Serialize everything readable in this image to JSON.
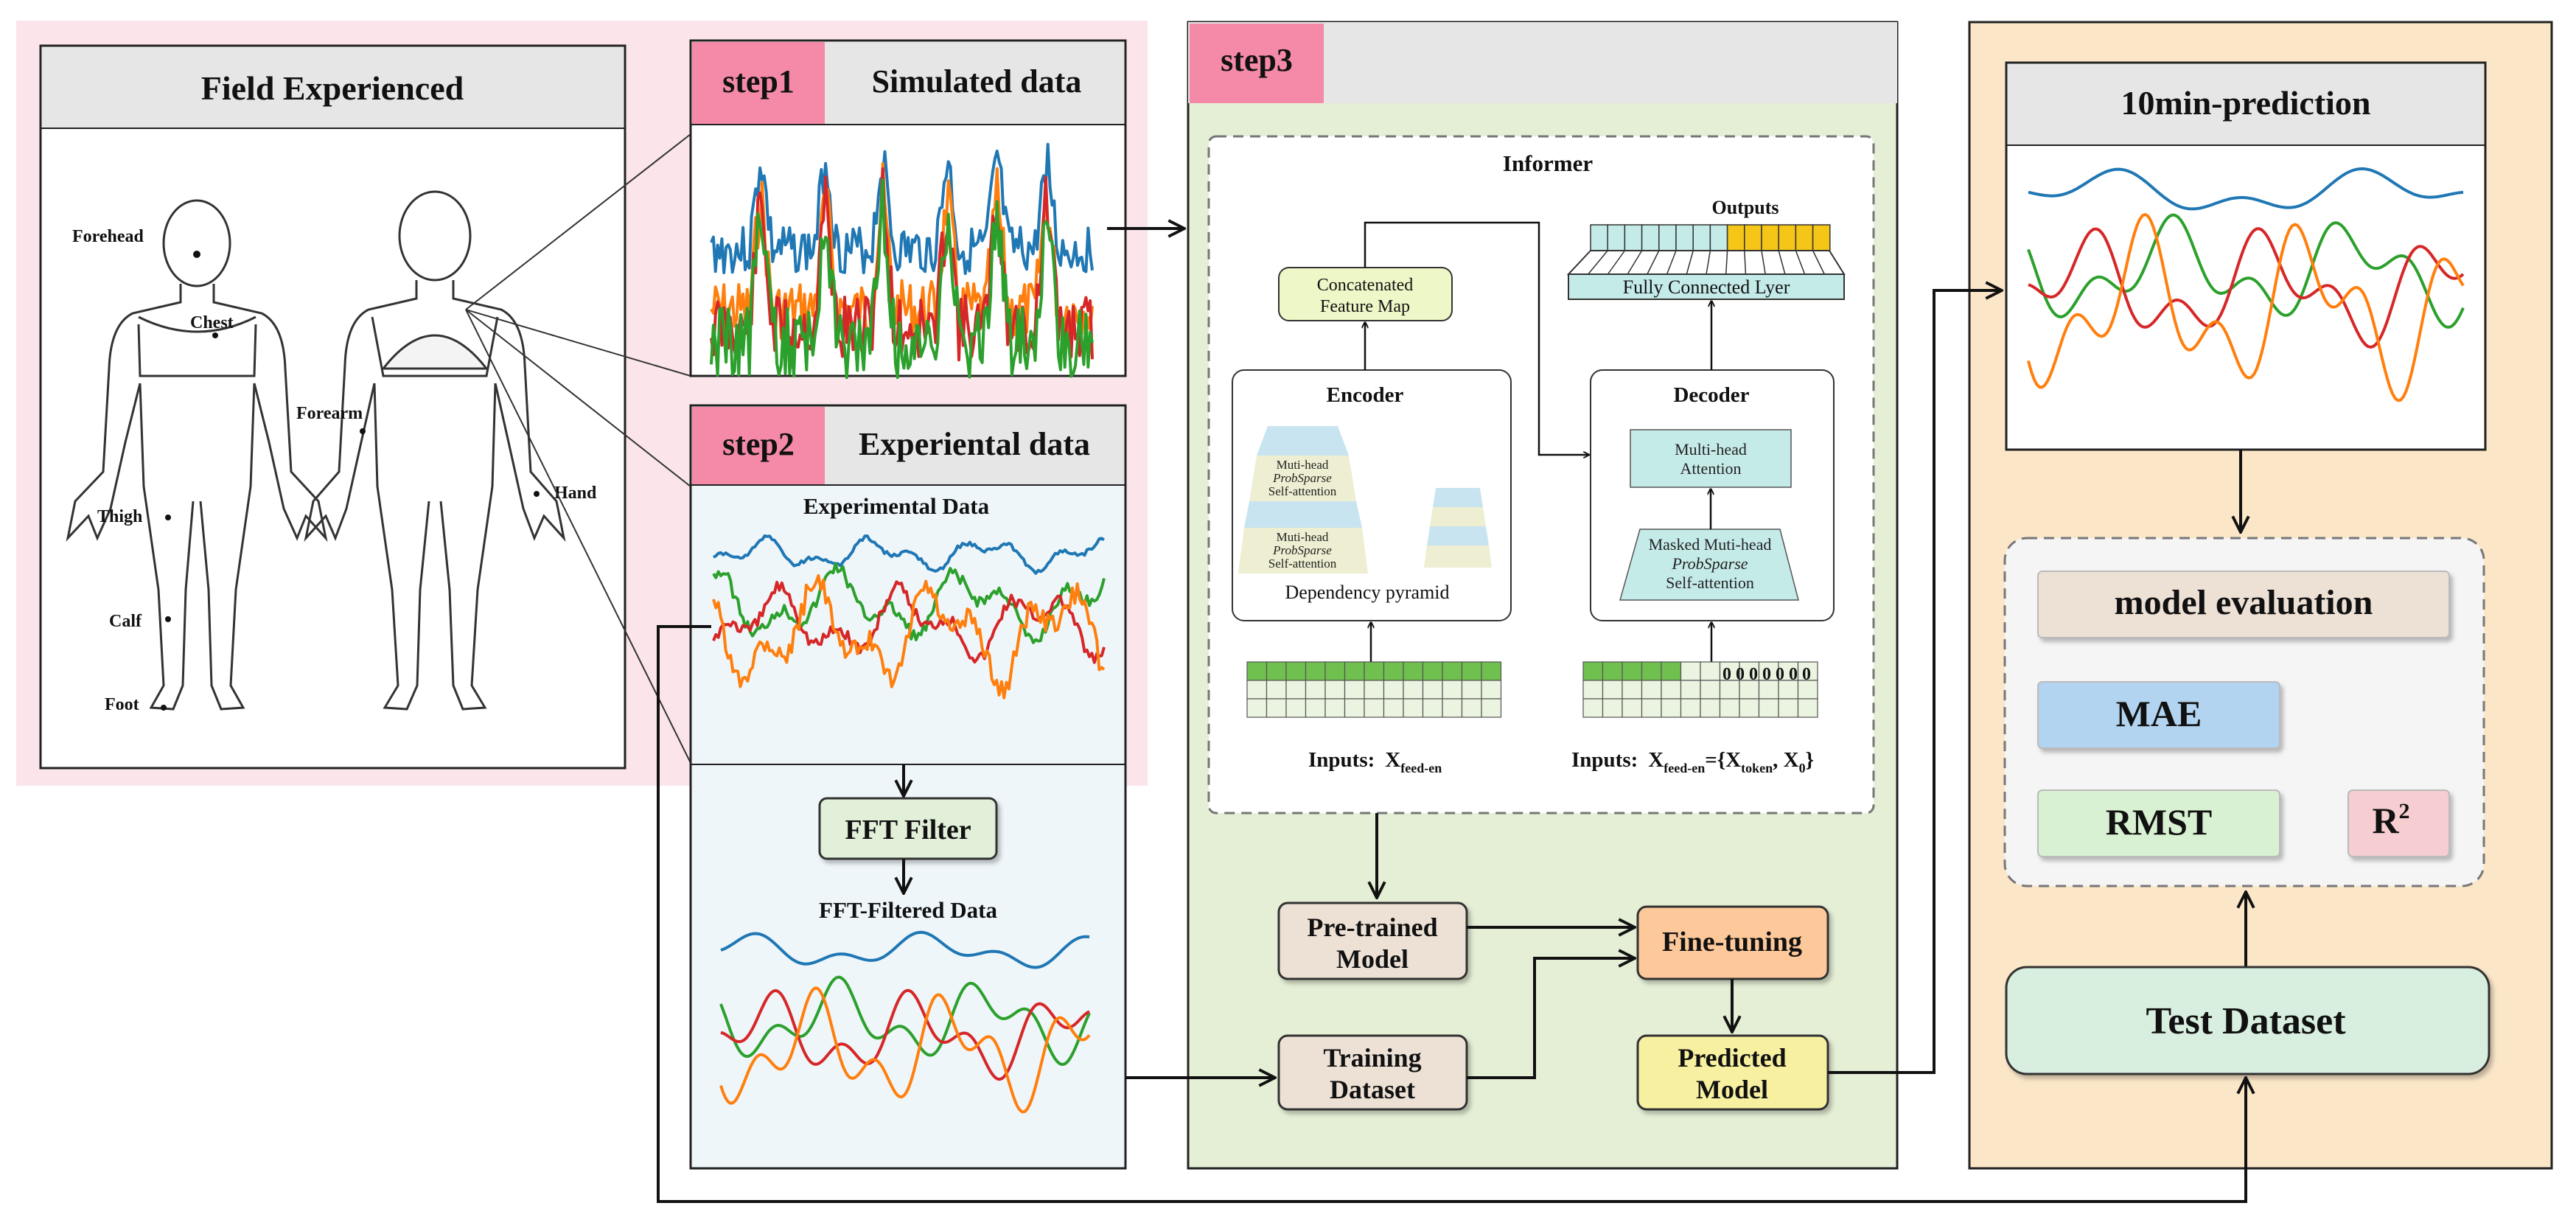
{
  "colors": {
    "pink_bg": "#fbe5ea",
    "step_tag": "#f48aa7",
    "header_grey": "#e6e6e6",
    "green_bg": "#e5efd6",
    "beige_bg": "#fbe6c8",
    "light_blue_bg": "#eef6fa",
    "series_blue": "#1f77b4",
    "series_orange": "#ff7f0e",
    "series_green": "#2ca02c",
    "series_red": "#d62728"
  },
  "field": {
    "title": "Field Experienced",
    "body_labels": [
      "Forehead",
      "Chest",
      "Forearm",
      "Hand",
      "Thigh",
      "Calf",
      "Foot"
    ]
  },
  "step1": {
    "tag": "step1",
    "title": "Simulated data"
  },
  "step2": {
    "tag": "step2",
    "title": "Experiental data",
    "plot_title": "Experimental Data",
    "filter_label": "FFT Filter",
    "filtered_title": "FFT-Filtered Data"
  },
  "step3": {
    "tag": "step3",
    "informer_title": "Informer",
    "outputs_label": "Outputs",
    "fc_label": "Fully Connected Lyer",
    "concat_line1": "Concatenated",
    "concat_line2": "Feature Map",
    "encoder": {
      "title": "Encoder",
      "attn_a": "Muti-head",
      "attn_b": "ProbSparse",
      "attn_c": "Self-attention",
      "pyramid_label": "Dependency pyramid"
    },
    "decoder": {
      "title": "Decoder",
      "multi_head_1": "Multi-head",
      "multi_head_2": "Attention",
      "masked_1": "Masked Muti-head",
      "masked_2": "ProbSparse",
      "masked_3": "Self-attention"
    },
    "zero_tokens": "0 0 0 0 0 0 0",
    "enc_inputs_prefix": "Inputs:",
    "enc_inputs_x": "X",
    "enc_inputs_sub": "feed-en",
    "dec_inputs_prefix": "Inputs:",
    "dec_inputs_x": "X",
    "dec_inputs_sub": "feed-en",
    "dec_inputs_eq": "={X",
    "dec_inputs_token": "token",
    "dec_inputs_comma": ", X",
    "dec_inputs_zero": "0",
    "dec_inputs_close": "}",
    "pretrained_1": "Pre-trained",
    "pretrained_2": "Model",
    "training_1": "Training",
    "training_2": "Dataset",
    "finetuning": "Fine-tuning",
    "predicted_1": "Predicted",
    "predicted_2": "Model"
  },
  "prediction": {
    "title": "10min-prediction"
  },
  "evaluation": {
    "title": "model evaluation",
    "mae": "MAE",
    "rmst": "RMST",
    "r2_base": "R",
    "r2_sup": "2",
    "test_dataset": "Test Dataset"
  }
}
